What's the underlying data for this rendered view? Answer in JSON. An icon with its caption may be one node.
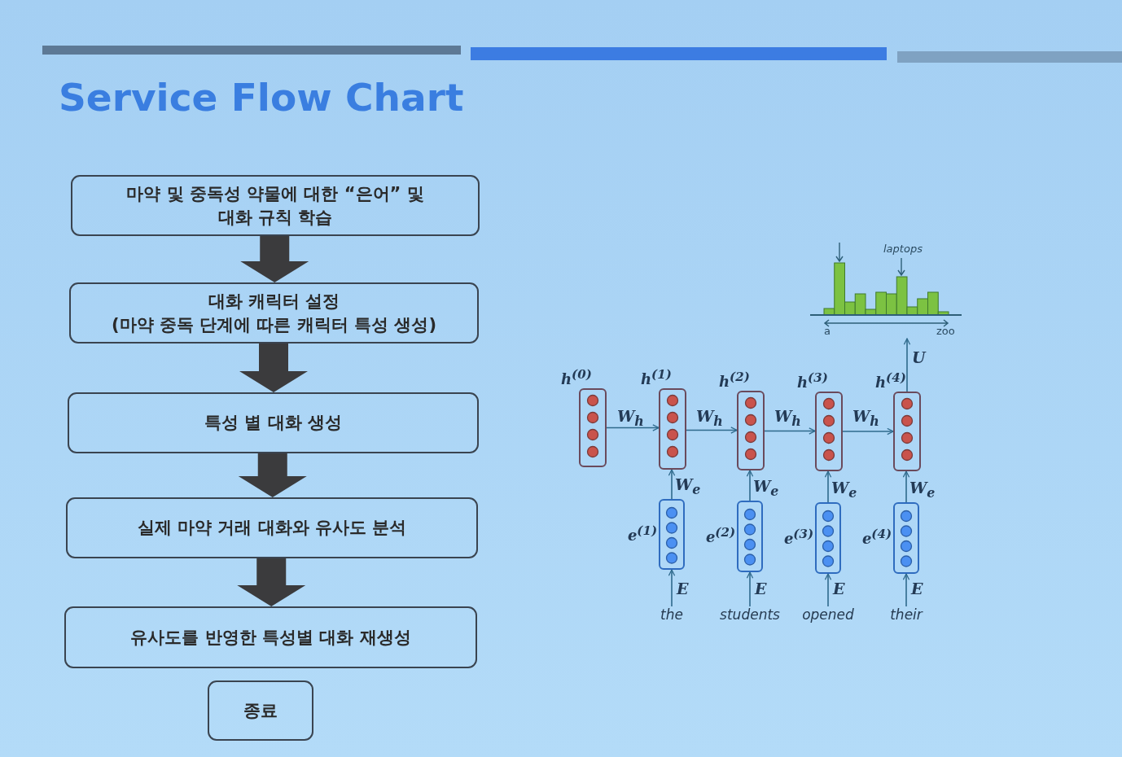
{
  "diagram": {
    "title": "Service Flow Chart",
    "nodes": [
      {
        "text": [
          "마약 및 중독성 약물에 대한 “은어” 및 대화 규칙 학습"
        ]
      },
      {
        "text": [
          "대화 캐릭터 설정 (마약 중독 단계에 따른 캐릭터 특성 생성)"
        ]
      },
      {
        "text": [
          "특성 별 대화 생성"
        ]
      },
      {
        "text": [
          "실제 마약 거래 대화와 유사도 분석"
        ]
      },
      {
        "text": [
          "유사도를 반영한 특성별 대화 재생성"
        ]
      },
      {
        "text": [
          "종료"
        ]
      },
      {
        "text": [
          "laptops",
          "a",
          "zoo"
        ]
      },
      {
        "text": [
          "h$^{(0)}$"
        ]
      },
      {
        "text": [
          "h$^{(1)}$"
        ]
      },
      {
        "text": [
          "h$^{(2)}$"
        ]
      },
      {
        "text": [
          "h$^{(3)}$"
        ]
      },
      {
        "text": [
          "h$^{(4)}$"
        ]
      },
      {
        "text": [
          "e$^{(1)}$"
        ]
      },
      {
        "text": [
          "e$^{(2)}$"
        ]
      },
      {
        "text": [
          "e$^{(3)}$"
        ]
      },
      {
        "text": [
          "e$^{(4)}$"
        ]
      },
      {
        "text": [
          "the"
        ]
      },
      {
        "text": [
          "students"
        ]
      },
      {
        "text": [
          "opened"
        ]
      },
      {
        "text": [
          "their"
        ]
      }
    ],
    "edges": [
      {
        "from": 0,
        "to": 1,
        "arrow": "to",
        "style": "thick"
      },
      {
        "from": 1,
        "to": 2,
        "arrow": "to",
        "style": "thick"
      },
      {
        "from": 2,
        "to": 3,
        "arrow": "to",
        "style": "thick"
      },
      {
        "from": 3,
        "to": 4,
        "arrow": "to",
        "style": "thick"
      },
      {
        "from": 7,
        "to": 8,
        "arrow": "to",
        "label": "W$_{h}$"
      },
      {
        "from": 8,
        "to": 9,
        "arrow": "to",
        "label": "W$_{h}$"
      },
      {
        "from": 9,
        "to": 10,
        "arrow": "to",
        "label": "W$_{h}$"
      },
      {
        "from": 10,
        "to": 11,
        "arrow": "to",
        "label": "W$_{h}$"
      },
      {
        "from": 12,
        "to": 8,
        "arrow": "to",
        "label": "W$_{e}$"
      },
      {
        "from": 13,
        "to": 9,
        "arrow": "to",
        "label": "W$_{e}$"
      },
      {
        "from": 14,
        "to": 10,
        "arrow": "to",
        "label": "W$_{e}$"
      },
      {
        "from": 15,
        "to": 11,
        "arrow": "to",
        "label": "W$_{e}$"
      },
      {
        "from": 16,
        "to": 12,
        "arrow": "to",
        "label": "E"
      },
      {
        "from": 17,
        "to": 13,
        "arrow": "to",
        "label": "E"
      },
      {
        "from": 18,
        "to": 14,
        "arrow": "to",
        "label": "E"
      },
      {
        "from": 19,
        "to": 15,
        "arrow": "to",
        "label": "E"
      },
      {
        "from": 11,
        "to": 6,
        "arrow": "to",
        "label": "U"
      }
    ]
  }
}
